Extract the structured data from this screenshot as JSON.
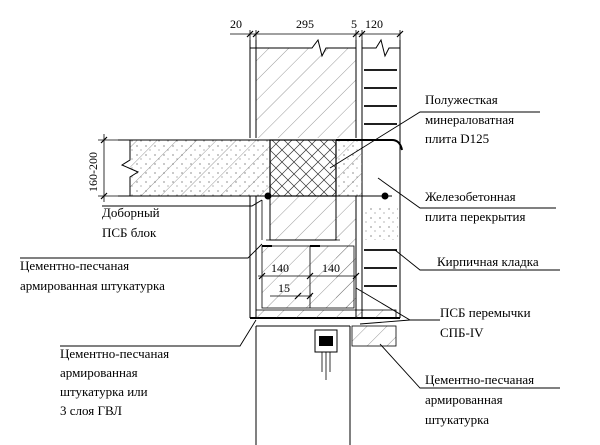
{
  "dimensions": {
    "top": [
      "20",
      "295",
      "5",
      "120"
    ],
    "slab_thickness": "160-200",
    "lintel_left": "140",
    "lintel_right": "140",
    "gap": "15"
  },
  "labels": {
    "mineral_wool": [
      "Полужесткая",
      "минераловатная",
      "плита D125"
    ],
    "concrete_slab": [
      "Железобетонная",
      "плита перекрытия"
    ],
    "extra_block": [
      "Доборный",
      "ПСБ блок"
    ],
    "plaster_top": [
      "Цементно-песчаная",
      "армированная штукатурка"
    ],
    "brick": [
      "Кирпичная кладка"
    ],
    "lintels": [
      "ПСБ перемычки",
      "СПБ-IV"
    ],
    "plaster_or_gvl": [
      "Цементно-песчаная",
      "армированная",
      "штукатурка или",
      "3 слоя ГВЛ"
    ],
    "plaster_bottom": [
      "Цементно-песчаная",
      "армированная",
      "штукатурка"
    ]
  },
  "colors": {
    "ink": "#000000",
    "hatch": "#555555",
    "background": "#ffffff"
  }
}
